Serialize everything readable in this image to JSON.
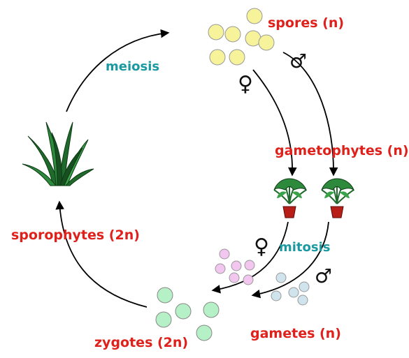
{
  "labels": {
    "spores": "spores (n)",
    "meiosis": "meiosis",
    "gametophytes": "gametophytes (n)",
    "mitosis": "mitosis",
    "sporophytes": "sporophytes (2n)",
    "zygotes": "zygotes (2n)",
    "gametes": "gametes (n)"
  },
  "symbols": {
    "female": "♀",
    "male": "♂"
  },
  "colors": {
    "label_red": "#e0201b",
    "label_teal": "#1a9aa0",
    "spore_fill": "#f7f39a",
    "female_gamete_fill": "#f2c6ee",
    "male_gamete_fill": "#cfe4ec",
    "zygote_fill": "#b6f0c6",
    "plant_green": "#1f6b2c",
    "pot_red": "#b81d18"
  }
}
